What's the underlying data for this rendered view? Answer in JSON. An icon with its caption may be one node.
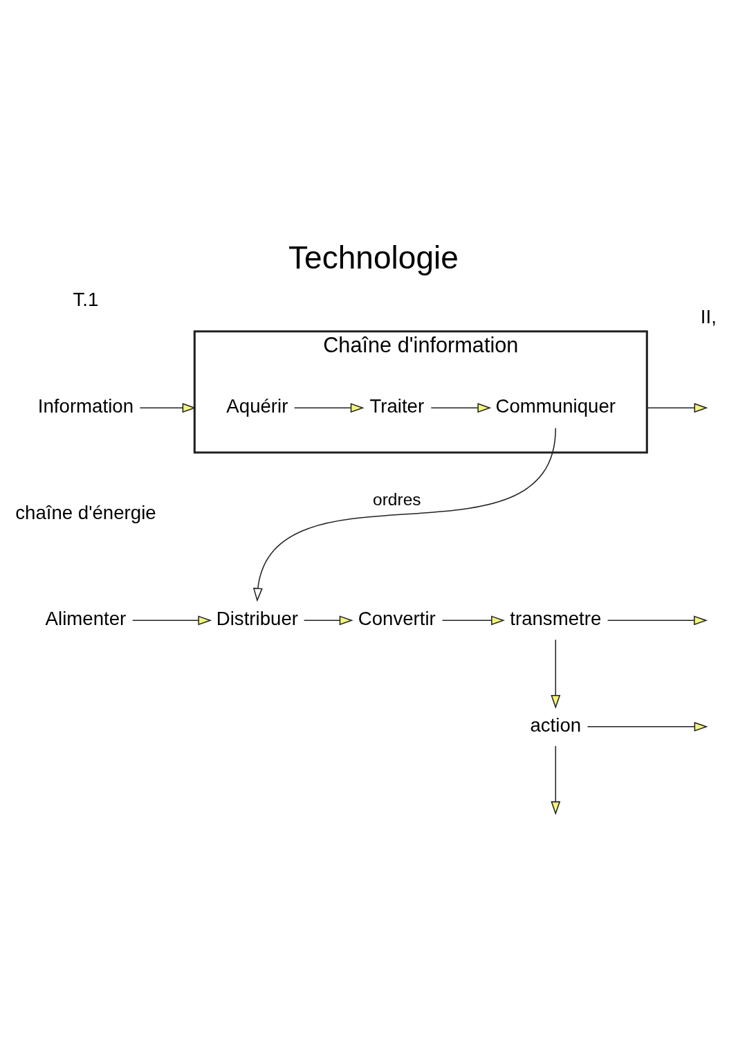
{
  "diagram": {
    "title": "Technologie",
    "nodes": [
      {
        "text": [
          "Information"
        ]
      },
      {
        "text": [
          "Chaîne d'information"
        ]
      },
      {
        "text": [
          "Aquérir"
        ],
        "in": 1
      },
      {
        "text": [
          "Traiter"
        ],
        "in": 1
      },
      {
        "text": [
          "Communiquer"
        ],
        "in": 1
      },
      {
        "text": [
          "Alimenter"
        ]
      },
      {
        "text": [
          "Distribuer"
        ]
      },
      {
        "text": [
          "Convertir"
        ]
      },
      {
        "text": [
          "transmetre"
        ]
      },
      {
        "text": [
          "action"
        ]
      }
    ],
    "edges": [
      {
        "from": 0,
        "to": 1,
        "arrow": "to"
      },
      {
        "from": 2,
        "to": 3,
        "arrow": "to"
      },
      {
        "from": 3,
        "to": 4,
        "arrow": "to"
      },
      {
        "from": 1,
        "to": null,
        "arrow": "to"
      },
      {
        "from": 4,
        "to": 6,
        "arrow": "to",
        "label": "ordres"
      },
      {
        "from": 5,
        "to": 6,
        "arrow": "to"
      },
      {
        "from": 6,
        "to": 7,
        "arrow": "to"
      },
      {
        "from": 7,
        "to": 8,
        "arrow": "to"
      },
      {
        "from": 8,
        "to": null,
        "arrow": "to"
      },
      {
        "from": 8,
        "to": 9,
        "arrow": "to"
      },
      {
        "from": 9,
        "to": null,
        "arrow": "to"
      },
      {
        "from": 9,
        "to": null,
        "arrow": "to"
      }
    ],
    "labels": [
      "T.1",
      "II,",
      "chaîne d'énergie"
    ]
  }
}
